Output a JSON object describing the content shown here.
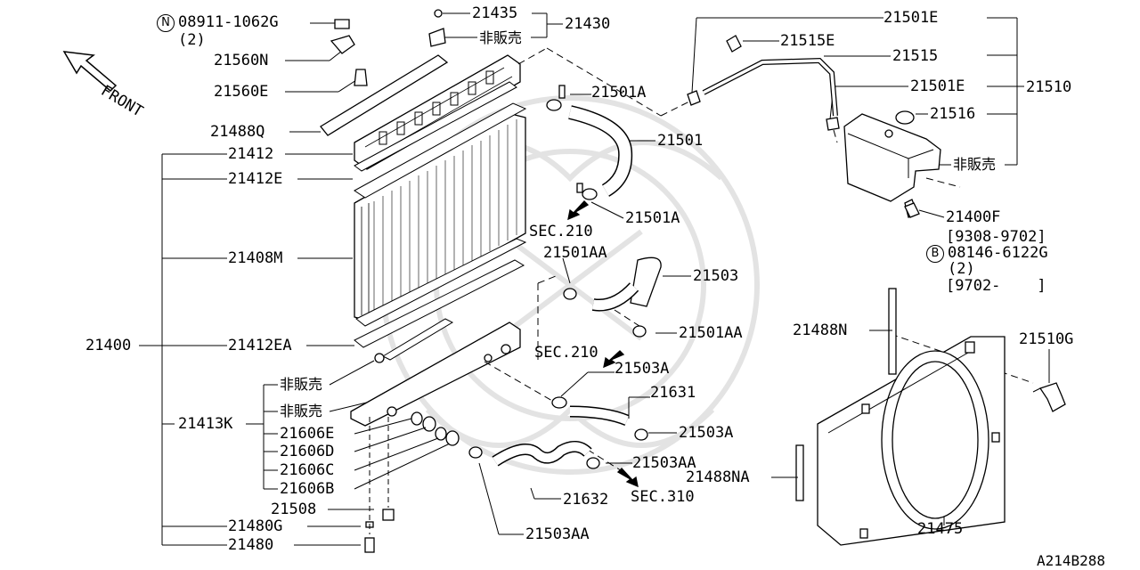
{
  "diagram": {
    "watermark": "seal",
    "front_label": "FRONT",
    "drawing_code": "A214B288",
    "labels": {
      "p08911": "08911-1062G",
      "p08911_qty": "(2)",
      "p21560N": "21560N",
      "p21560E": "21560E",
      "p21488Q": "21488Q",
      "p21412": "21412",
      "p21412E": "21412E",
      "p21408M": "21408M",
      "p21400": "21400",
      "p21412EA": "21412EA",
      "nosale1": "非販売",
      "nosale2": "非販売",
      "p21413K": "21413K",
      "p21606E": "21606E",
      "p21606D": "21606D",
      "p21606C": "21606C",
      "p21606B": "21606B",
      "p21508": "21508",
      "p21480G": "21480G",
      "p21480": "21480",
      "p21435": "21435",
      "p21430": "21430",
      "nosale_cap": "非販売",
      "p21501E_top": "21501E",
      "p21515E": "21515E",
      "p21515": "21515",
      "p21501A_top": "21501A",
      "p21501E_mid": "21501E",
      "p21510": "21510",
      "p21516": "21516",
      "p21501": "21501",
      "nosale_tank": "非販売",
      "p21501A_bot": "21501A",
      "sec210_top": "SEC.210",
      "p21400F": "21400F",
      "date1": "[9308-9702]",
      "p08146": "08146-6122G",
      "p08146_qty": "(2)",
      "date2": "[9702-    ]",
      "p21501AA_top": "21501AA",
      "p21503": "21503",
      "p21501AA_mid": "21501AA",
      "sec210_mid": "SEC.210",
      "p21503A_top": "21503A",
      "p21631": "21631",
      "p21503A_mid": "21503A",
      "p21503AA_mid": "21503AA",
      "p21632": "21632",
      "sec310": "SEC.310",
      "p21503AA_bot": "21503AA",
      "p21488N": "21488N",
      "p21510G": "21510G",
      "p21488NA": "21488NA",
      "p21475": "21475",
      "circle_n": "N",
      "circle_b": "B"
    }
  }
}
